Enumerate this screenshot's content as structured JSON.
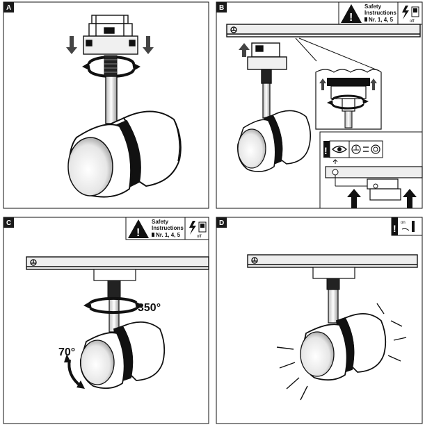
{
  "panels": {
    "a": {
      "label": "A"
    },
    "b": {
      "label": "B"
    },
    "c": {
      "label": "C"
    },
    "d": {
      "label": "D"
    }
  },
  "safety": {
    "line1": "Safety",
    "line2": "Instructions",
    "line3": "Nr. 1, 4, 5",
    "off_label": "off"
  },
  "rotation": {
    "horizontal_angle": "350°",
    "vertical_angle": "70°"
  },
  "switch": {
    "on_label": "on"
  },
  "icons": {
    "warning": "exclamation-triangle-icon",
    "ground": "ground-symbol-icon",
    "eye": "eye-icon",
    "lightning": "lightning-icon",
    "power-switch": "power-switch-icon"
  },
  "colors": {
    "ink": "#111111",
    "label_bg": "#1a1a1a",
    "bracket_fill": "#e8e8e8"
  }
}
